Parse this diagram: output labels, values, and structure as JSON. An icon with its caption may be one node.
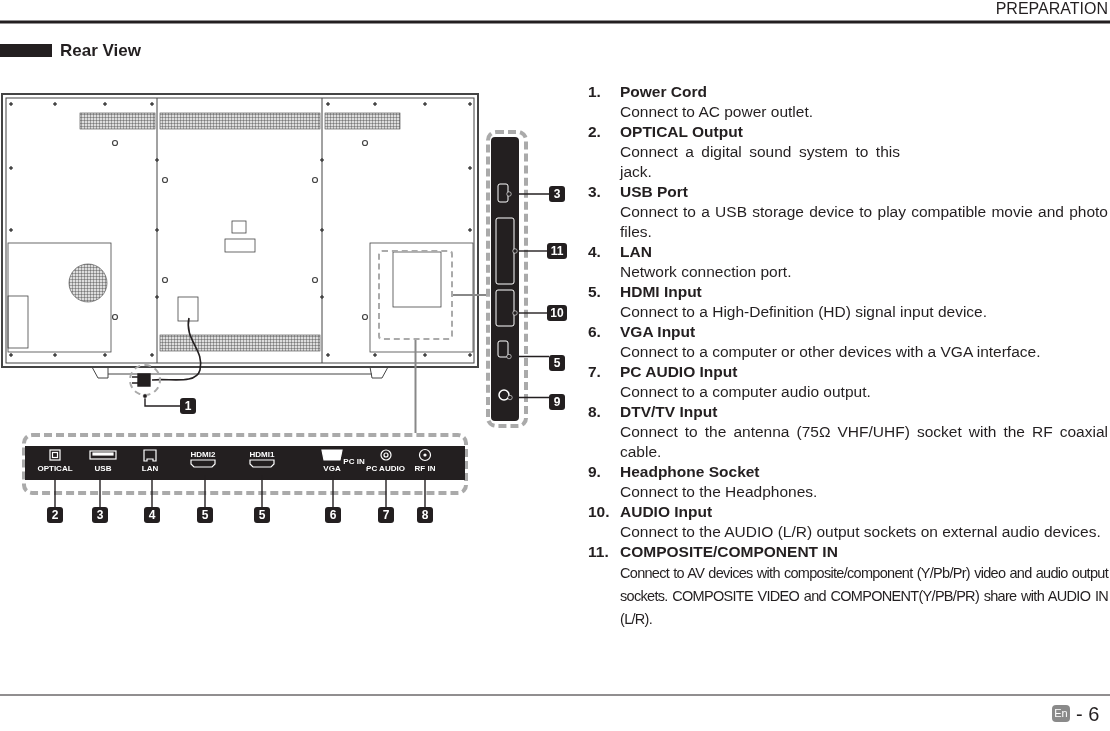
{
  "diagram": {
    "title": "Rear View",
    "nodes": [
      {
        "text": [],
        "shape": "box"
      },
      {
        "text": [],
        "shape": "circle"
      },
      {
        "text": [
          "1"
        ]
      },
      {
        "text": [],
        "shape": "box"
      },
      {
        "text": [],
        "shape": "box",
        "in": 3
      },
      {
        "text": [],
        "shape": "box",
        "in": 3
      },
      {
        "text": [],
        "shape": "box",
        "in": 3
      },
      {
        "text": [],
        "shape": "box",
        "in": 3
      },
      {
        "text": [],
        "shape": "circle",
        "in": 3
      },
      {
        "text": [
          "3"
        ]
      },
      {
        "text": [
          "11"
        ]
      },
      {
        "text": [
          "10"
        ]
      },
      {
        "text": [
          "5"
        ]
      },
      {
        "text": [
          "9"
        ]
      },
      {
        "text": [],
        "shape": "box"
      },
      {
        "text": [
          "OPTICAL"
        ],
        "in": 14
      },
      {
        "text": [
          "USB"
        ],
        "in": 14
      },
      {
        "text": [
          "LAN"
        ],
        "in": 14
      },
      {
        "text": [
          "HDMI2"
        ],
        "in": 14
      },
      {
        "text": [
          "HDMI1"
        ],
        "in": 14
      },
      {
        "text": [
          "VGA"
        ],
        "in": 14
      },
      {
        "text": [
          "PC AUDIO"
        ],
        "in": 14
      },
      {
        "text": [
          "RF IN"
        ],
        "in": 14
      },
      {
        "text": [
          "2"
        ]
      },
      {
        "text": [
          "3"
        ]
      },
      {
        "text": [
          "4"
        ]
      },
      {
        "text": [
          "5"
        ]
      },
      {
        "text": [
          "5"
        ]
      },
      {
        "text": [
          "6"
        ]
      },
      {
        "text": [
          "7"
        ]
      },
      {
        "text": [
          "8"
        ]
      }
    ],
    "edges": [
      {
        "from": 2,
        "to": 1,
        "arrow": "other"
      },
      {
        "from": 0,
        "to": 14,
        "arrow": "none",
        "color": "#888888"
      },
      {
        "from": 0,
        "to": 3,
        "arrow": "none",
        "color": "#888888"
      },
      {
        "from": 9,
        "to": 4,
        "arrow": "other"
      },
      {
        "from": 10,
        "to": 5,
        "arrow": "other"
      },
      {
        "from": 11,
        "to": 6,
        "arrow": "other"
      },
      {
        "from": 12,
        "to": 7,
        "arrow": "other"
      },
      {
        "from": 13,
        "to": 8,
        "arrow": "other"
      },
      {
        "from": 23,
        "to": 15,
        "arrow": "none"
      },
      {
        "from": 24,
        "to": 16,
        "arrow": "none"
      },
      {
        "from": 25,
        "to": 17,
        "arrow": "none"
      },
      {
        "from": 26,
        "to": 18,
        "arrow": "none"
      },
      {
        "from": 27,
        "to": 19,
        "arrow": "none"
      },
      {
        "from": 28,
        "to": 20,
        "arrow": "none"
      },
      {
        "from": 29,
        "to": 21,
        "arrow": "none"
      },
      {
        "from": 30,
        "to": 22,
        "arrow": "none"
      },
      {
        "from": 20,
        "to": 21,
        "arrow": "none",
        "label": "PC IN",
        "color": "#ffffff"
      }
    ],
    "labels": [
      "PREPARATION",
      "1.",
      "Power Cord",
      "Connect to AC power outlet.",
      "2.",
      "OPTICAL Output",
      "Connect a digital sound system to this jack.",
      "3.",
      "USB Port",
      "Connect to a USB storage device to play compatible movie and photo files.",
      "4.",
      "LAN",
      "Network connection port.",
      "5.",
      "HDMI Input",
      "Connect to a High-Definition (HD) signal input device.",
      "6.",
      "VGA Input",
      "Connect to a computer or other devices with a VGA interface.",
      "7.",
      "PC AUDIO Input",
      "Connect to a computer audio output.",
      "8.",
      "DTV/TV Input",
      "Connect to the antenna (75Ω VHF/UHF) socket with the RF coaxial cable.",
      "9.",
      "Headphone Socket",
      "Connect to the Headphones.",
      "10.",
      "AUDIO Input",
      "Connect to the AUDIO (L/R) output sockets on external audio devices.",
      "11.",
      "COMPOSITE/COMPONENT IN",
      "Connect to AV devices with composite/component (Y/Pb/Pr) video and audio output sockets. COMPOSITE VIDEO and COMPONENT(Y/PB/PR) share with AUDIO IN (L/R).",
      "En",
      "- 6"
    ]
  }
}
